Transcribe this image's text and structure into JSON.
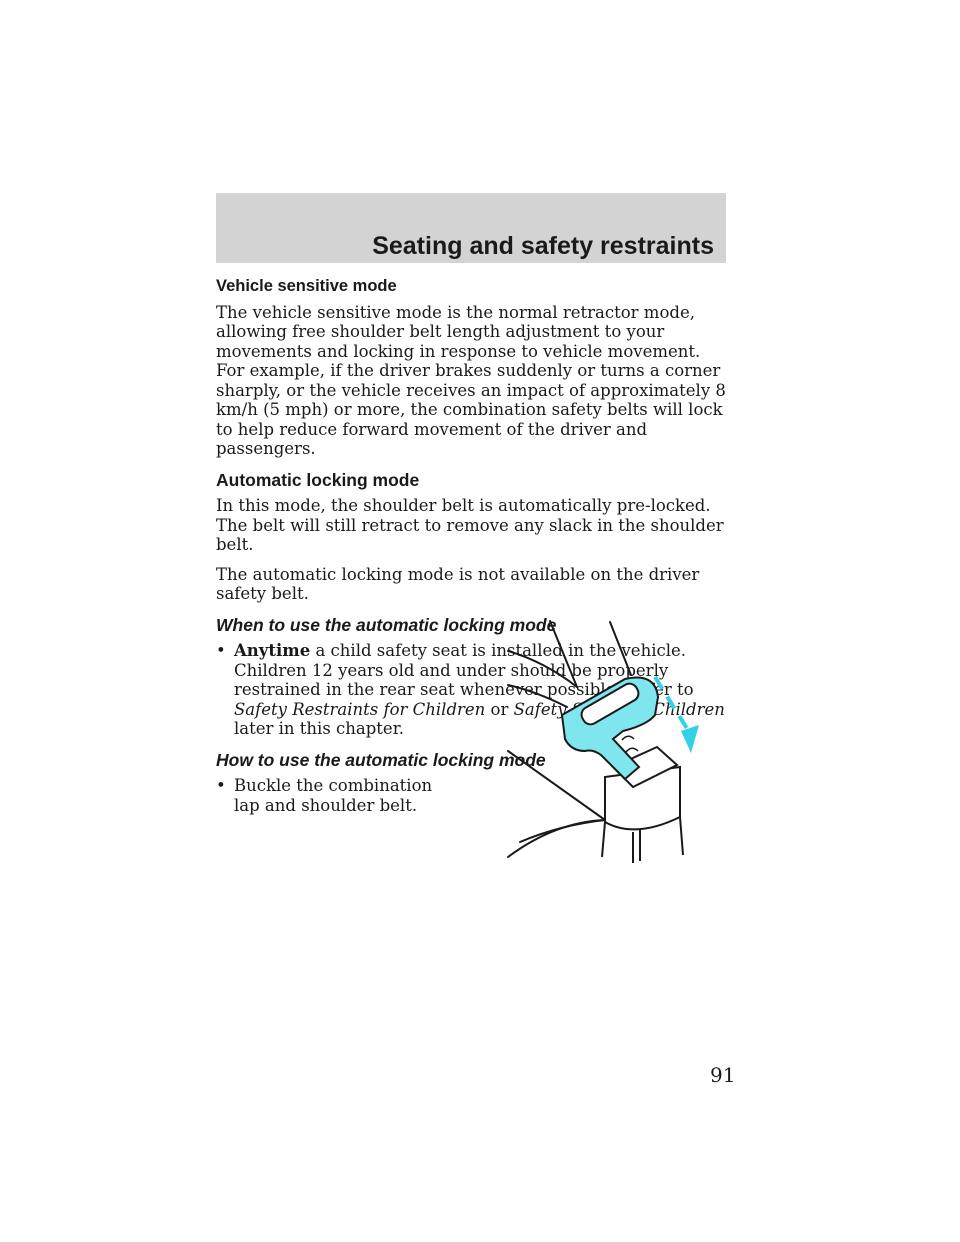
{
  "header": {
    "title": "Seating and safety restraints"
  },
  "sections": {
    "vehicle_sensitive": {
      "heading": "Vehicle sensitive mode",
      "paragraph": "The vehicle sensitive mode is the normal retractor mode, allowing free shoulder belt length adjustment to your movements and locking in response to vehicle movement. For example, if the driver brakes suddenly or turns a corner sharply, or the vehicle receives an impact of approximately 8 km/h (5 mph) or more, the combination safety belts will lock to help reduce forward movement of the driver and passengers."
    },
    "automatic_locking": {
      "heading": "Automatic locking mode",
      "paragraph1": "In this mode, the shoulder belt is automatically pre-locked. The belt will still retract to remove any slack in the shoulder belt.",
      "paragraph2": "The automatic locking mode is not available on the driver safety belt."
    },
    "when_to_use": {
      "heading": "When to use the automatic locking mode",
      "bullet_symbol": "•",
      "bullet_bold": "Anytime",
      "bullet_text1": " a child safety seat is installed in the vehicle. Children 12 years old and under should be properly restrained in the rear seat whenever possible. Refer to ",
      "link1": "Safety Restraints for Children",
      "bullet_or": " or ",
      "link2": "Safety Seats for Children",
      "bullet_text2": " later in this chapter."
    },
    "how_to_use": {
      "heading": "How to use the automatic locking mode",
      "bullet_symbol": "•",
      "bullet1": "Buckle the combination lap and shoulder belt."
    }
  },
  "colors": {
    "header_bg": "#d3d3d3",
    "buckle_fill": "#7fe6ee",
    "arrow": "#33d1e6"
  },
  "illustration": {
    "icon": "seat-belt-buckle-icon"
  },
  "page_number": "91"
}
